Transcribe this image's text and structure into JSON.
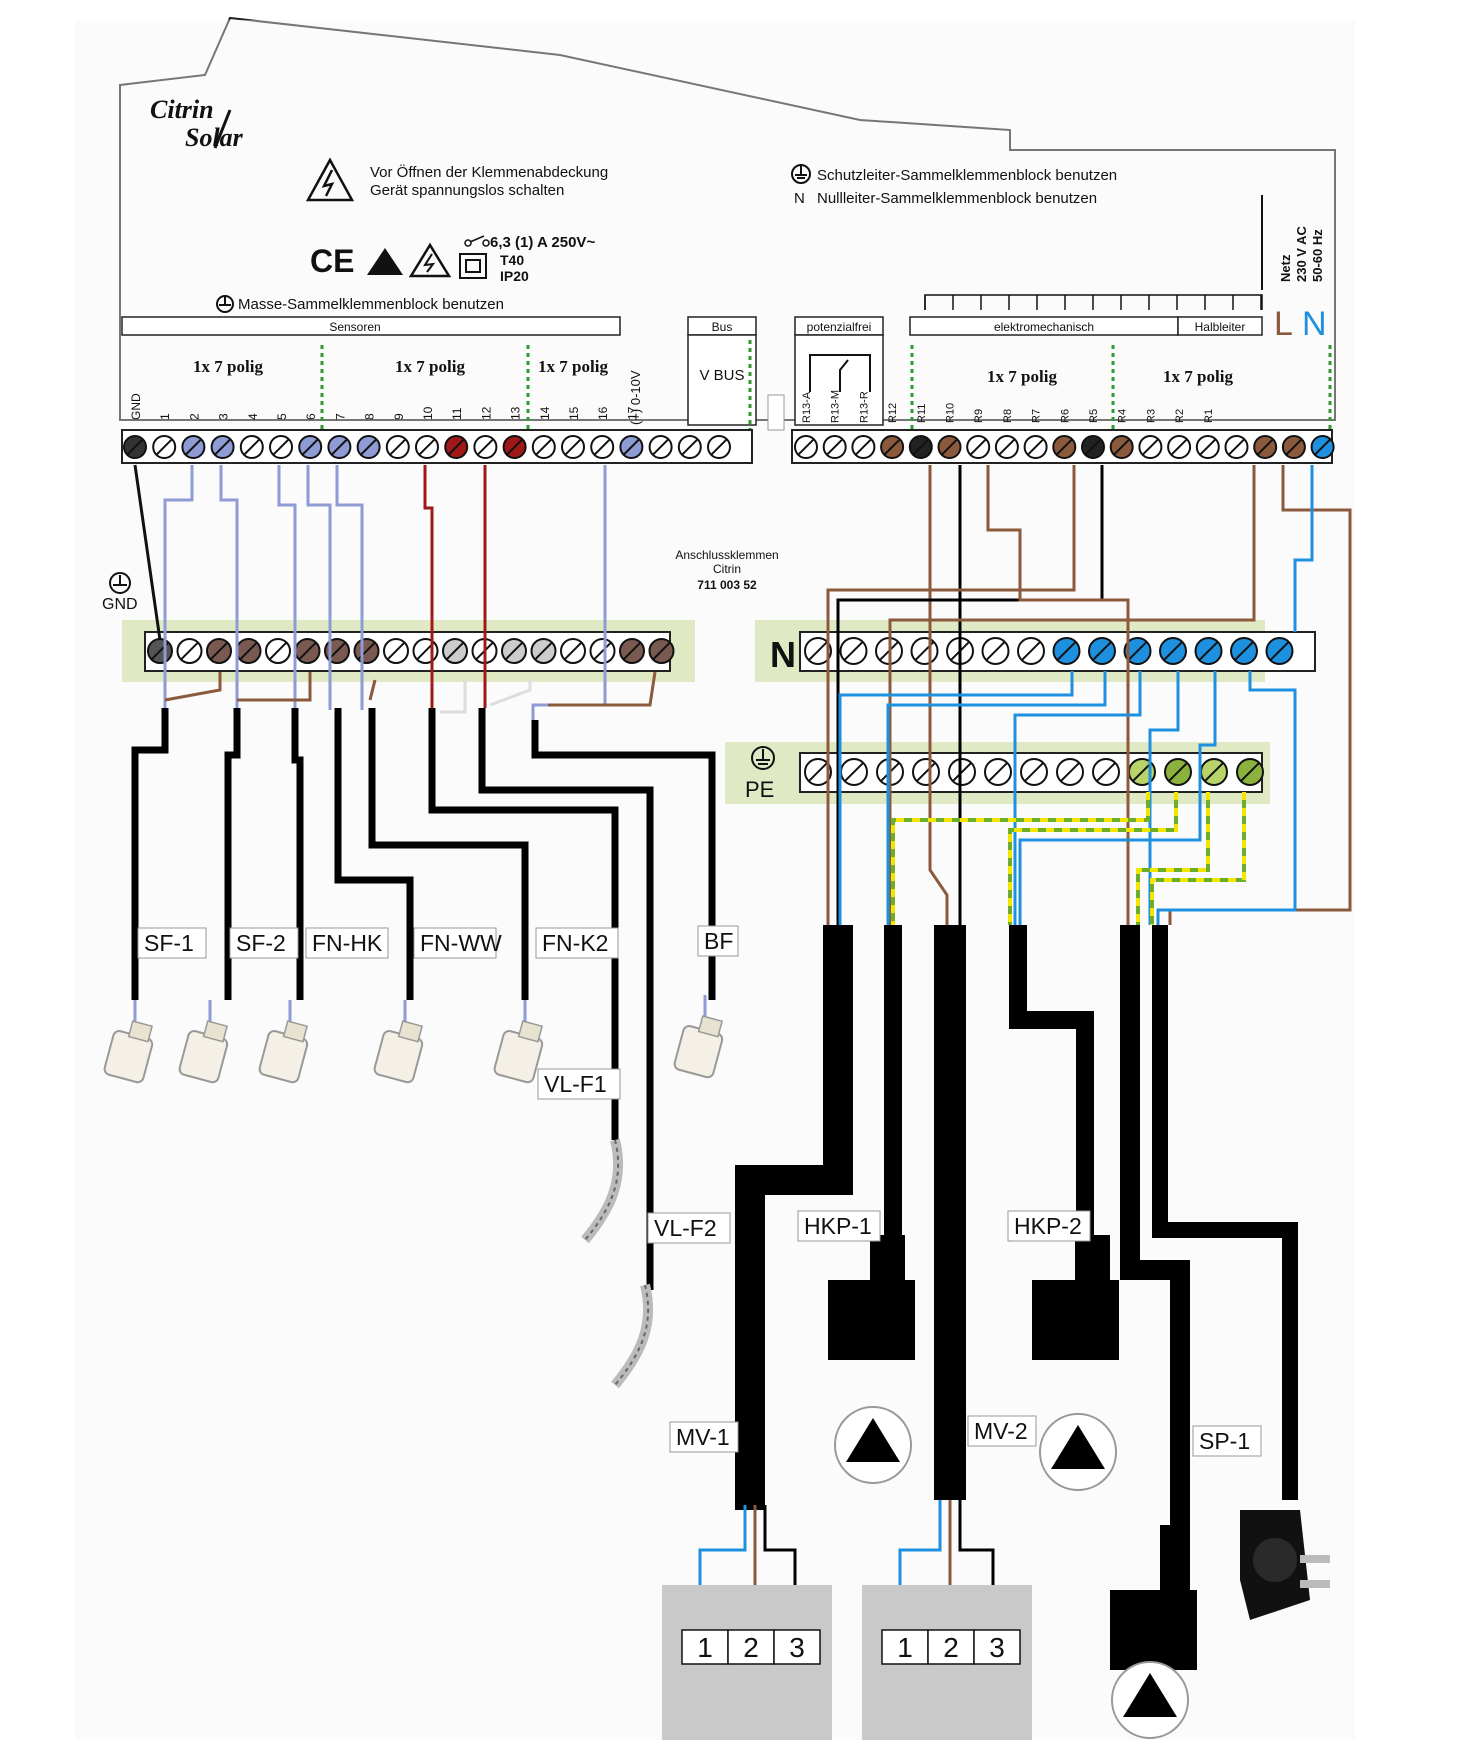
{
  "brand": {
    "line1": "Citrin",
    "line2": "Solar"
  },
  "header": {
    "warning_line1": "Vor Öffnen der Klemmenabdeckung",
    "warning_line2": "Gerät spannungslos schalten",
    "pe_note": "Schutzleiter-Sammelklemmenblock benutzen",
    "n_note_prefix": "N",
    "n_note": "Nullleiter-Sammelklemmenblock benutzen",
    "fuse_rating": "6,3 (1) A 250V~",
    "temp_class": "T40",
    "ip_class": "IP20",
    "gnd_note": "Masse-Sammelklemmenblock benutzen",
    "mains_label": [
      "Netz",
      "230 V AC",
      "50-60 Hz"
    ]
  },
  "sections": {
    "sensors": "Sensoren",
    "bus": "Bus",
    "vbus": "V BUS",
    "potential_free": "potenzialfrei",
    "electromech": "elektromechanisch",
    "semiconductor": "Halbleiter",
    "polig": "1x 7 polig",
    "analog": "(+) 0-10V"
  },
  "sensor_terminals": [
    "GND",
    "1",
    "2",
    "3",
    "4",
    "5",
    "6",
    "7",
    "8",
    "9",
    "10",
    "11",
    "12",
    "13",
    "14",
    "15",
    "16",
    "17"
  ],
  "relay_terminals": [
    "R13-A",
    "R13-M",
    "R13-R",
    "R12",
    "R11",
    "R10",
    "R9",
    "R8",
    "R7",
    "R6",
    "R5",
    "R4",
    "R3",
    "R2",
    "R1"
  ],
  "mains_terminals": [
    "L",
    "N"
  ],
  "connection_block": {
    "title": "Anschlussklemmen",
    "subtitle": "Citrin",
    "part_no": "711 003 52"
  },
  "gnd_label": "GND",
  "n_label": "N",
  "pe_label": "PE",
  "sensor_labels": [
    "SF-1",
    "SF-2",
    "FN-HK",
    "FN-WW",
    "FN-K2",
    "BF",
    "VL-F1",
    "VL-F2"
  ],
  "actuator_labels": [
    "HKP-1",
    "HKP-2",
    "MV-1",
    "MV-2",
    "SP-1"
  ],
  "valve_pins": [
    "1",
    "2",
    "3"
  ],
  "colors": {
    "blue": "#1e90e0",
    "brown": "#8b5a3c",
    "red": "#a01818",
    "lavender": "#8e9bd4",
    "green": "#6fae2a",
    "yellow": "#f2e600",
    "block": "#dce8bf"
  }
}
